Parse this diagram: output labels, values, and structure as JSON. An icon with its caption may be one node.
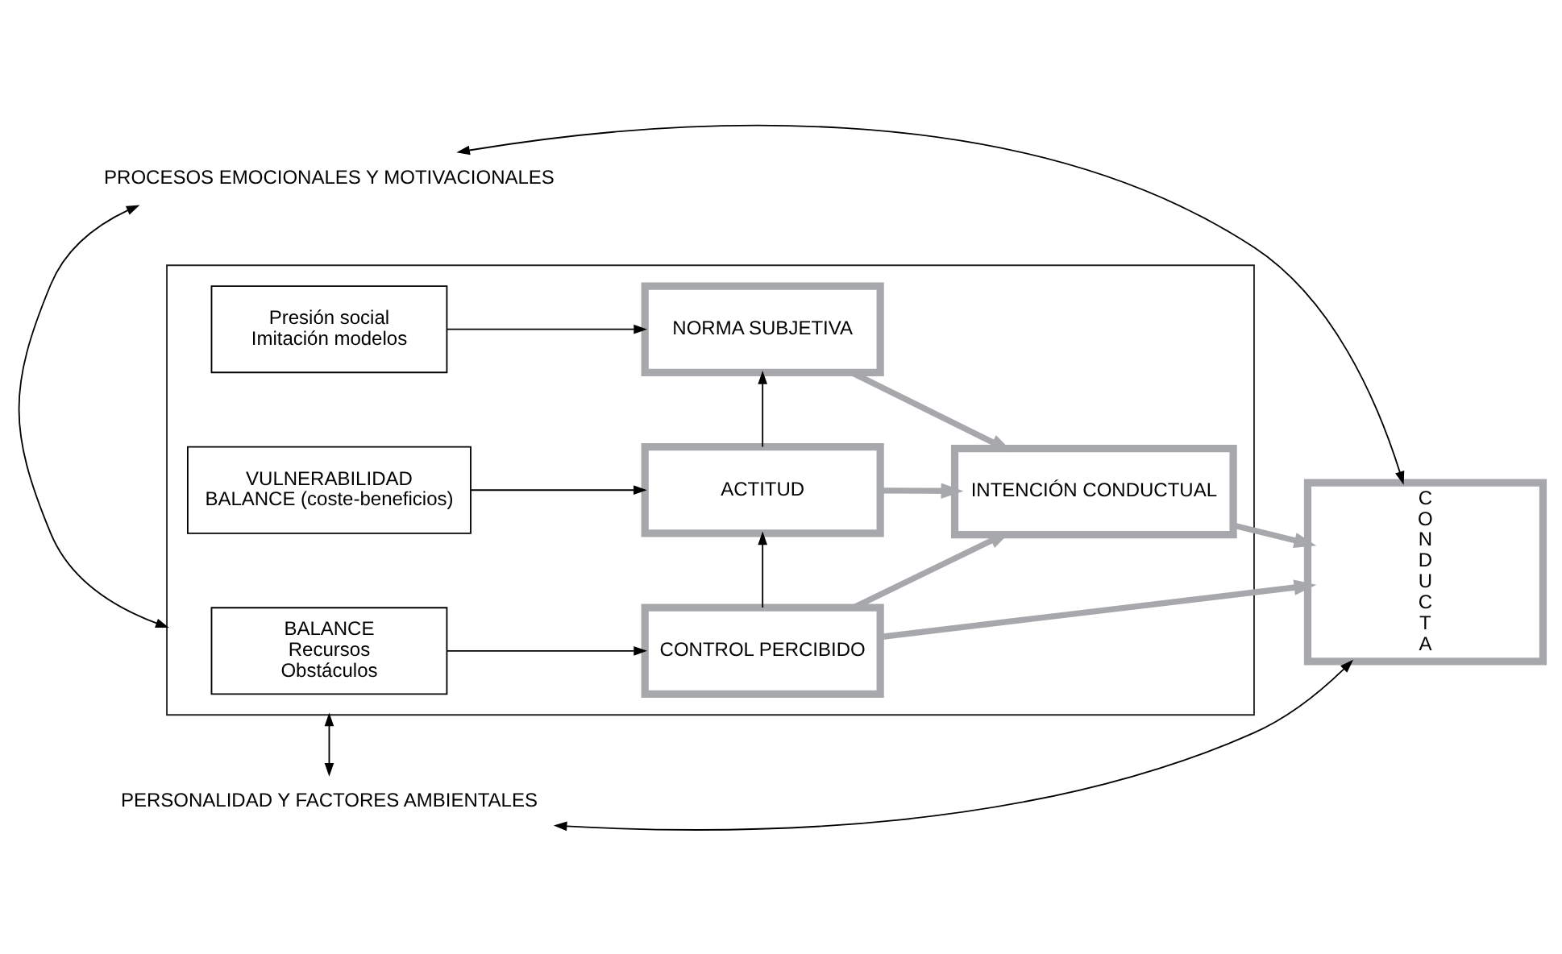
{
  "diagram": {
    "nodes": [
      {
        "text": [
          "PROCESOS EMOCIONALES Y MOTIVACIONALES"
        ]
      },
      {
        "text": [],
        "shape": "box"
      },
      {
        "text": [
          "BALANCE",
          "Recursos",
          "Obstáculos"
        ],
        "in": 1
      },
      {
        "text": [
          "CONTROL PERCIBIDO"
        ],
        "in": 1
      },
      {
        "text": [
          "VULNERABILIDAD",
          "BALANCE (coste-beneficios)"
        ],
        "in": 1
      },
      {
        "text": [
          "ACTITUD"
        ],
        "in": 1
      },
      {
        "text": [
          "Presión social",
          "Imitación modelos"
        ],
        "in": 1
      },
      {
        "text": [
          "NORMA SUBJETIVA"
        ],
        "in": 1
      },
      {
        "text": [
          "INTENCIÓN CONDUCTUAL"
        ],
        "in": 1
      },
      {
        "text": [
          "CONDUCTA"
        ]
      },
      {
        "text": [
          "PERSONALIDAD Y FACTORES AMBIENTALES"
        ]
      }
    ],
    "edges": [
      {
        "from": 0,
        "to": 1,
        "arrow": "both"
      },
      {
        "from": 1,
        "to": 10,
        "arrow": "both"
      },
      {
        "from": 0,
        "to": 9,
        "arrow": "both"
      },
      {
        "from": 10,
        "to": 9,
        "arrow": "both"
      },
      {
        "from": 2,
        "to": 3,
        "arrow": "to"
      },
      {
        "from": 4,
        "to": 5,
        "arrow": "to"
      },
      {
        "from": 6,
        "to": 7,
        "arrow": "to"
      },
      {
        "from": 3,
        "to": 5,
        "arrow": "to"
      },
      {
        "from": 5,
        "to": 7,
        "arrow": "to"
      },
      {
        "from": 3,
        "to": 9,
        "arrow": "to",
        "style": "thick",
        "color": "#a7a8ab"
      },
      {
        "from": 3,
        "to": 8,
        "arrow": "to",
        "style": "thick",
        "color": "#a7a8ab"
      },
      {
        "from": 5,
        "to": 8,
        "arrow": "to",
        "style": "thick",
        "color": "#a7a8ab"
      },
      {
        "from": 7,
        "to": 8,
        "arrow": "to",
        "style": "thick",
        "color": "#a7a8ab"
      },
      {
        "from": 8,
        "to": 9,
        "arrow": "to",
        "style": "thick",
        "color": "#a7a8ab"
      }
    ]
  }
}
